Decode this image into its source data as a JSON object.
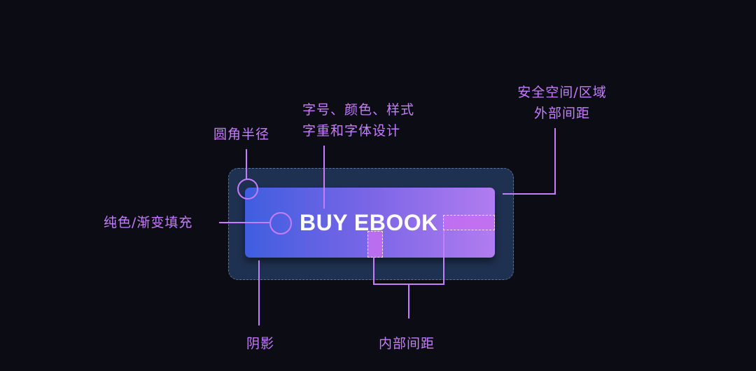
{
  "button": {
    "label": "BUY EBOOK"
  },
  "annotations": {
    "corner_radius": "圆角半径",
    "typography_line1": "字号、颜色、样式",
    "typography_line2": "字重和字体设计",
    "safe_area_line1": "安全空间/区域",
    "safe_area_line2": "外部间距",
    "fill": "纯色/渐变填充",
    "shadow": "阴影",
    "inner_padding": "内部间距"
  },
  "colors": {
    "background": "#0b0c14",
    "annotation": "#c77dff",
    "safe_area": "#1f3150",
    "gradient_start": "#3f5ee0",
    "gradient_end": "#b27cf0"
  }
}
